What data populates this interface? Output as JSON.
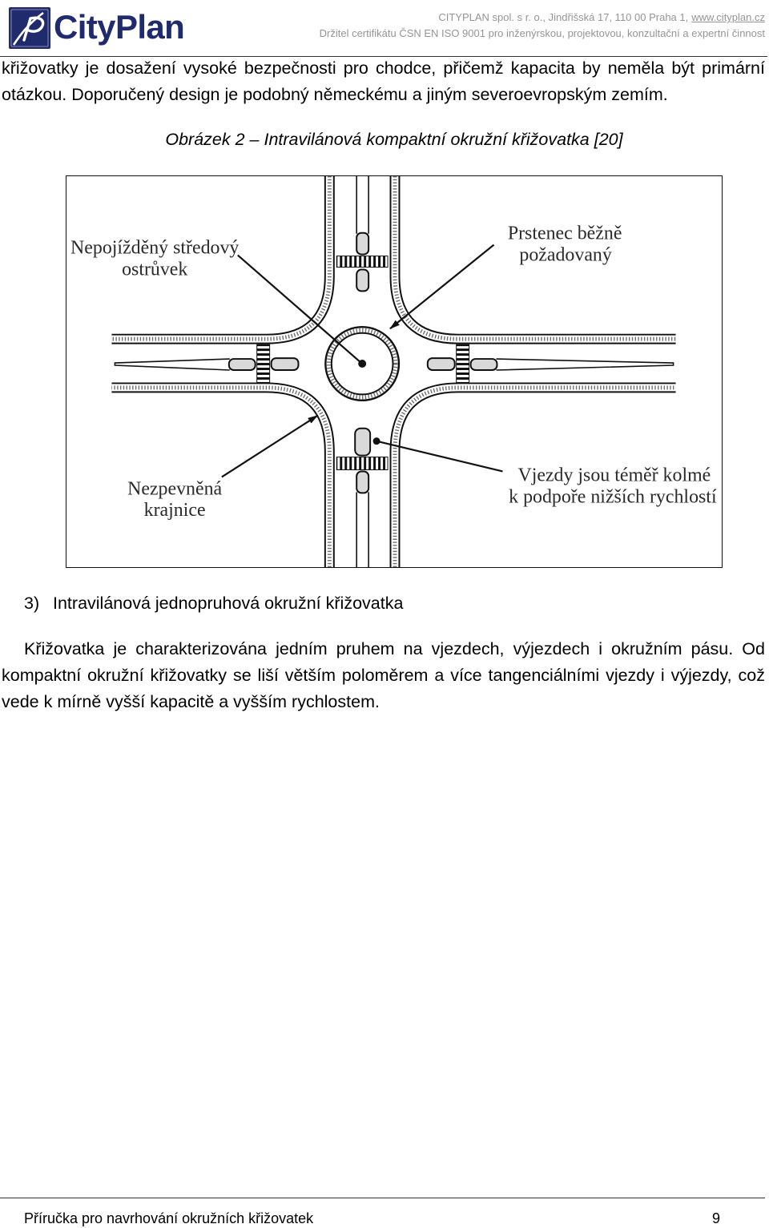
{
  "header": {
    "logo_text": "CityPlan",
    "company_line": "CITYPLAN spol. s r. o., Jindřišská 17, 110 00 Praha 1,",
    "website": "www.cityplan.cz",
    "certificate_line": "Držitel certifikátu ČSN EN ISO 9001 pro inženýrskou, projektovou, konzultační a expertní činnost",
    "colors": {
      "logo": "#1f2b6d",
      "header_text": "#959595"
    }
  },
  "body": {
    "intro_paragraph": "křižovatky je dosažení vysoké bezpečnosti pro chodce, přičemž kapacita by neměla být primární otázkou. Doporučený design je podobný německému a jiným severoevropským zemím.",
    "figure": {
      "caption": "Obrázek 2 – Intravilánová kompaktní okružní křižovatka [20]",
      "labels": {
        "central_island": [
          "Nepojížděný středový",
          "ostrůvek"
        ],
        "ring": [
          "Prstenec běžně",
          "požadovaný"
        ],
        "shoulder": [
          "Nezpevněná",
          "krajnice"
        ],
        "entries": [
          "Vjezdy jsou téměř kolmé",
          "k podpoře nižších rychlostí"
        ]
      }
    },
    "section": {
      "number": "3)",
      "title": "Intravilánová jednopruhová okružní křižovatka"
    },
    "section_paragraph": "Křižovatka je charakterizována jedním pruhem na vjezdech, výjezdech i okružním pásu. Od kompaktní okružní křižovatky se liší větším poloměrem a více tangenciálními vjezdy i výjezdy, což vede k mírně vyšší kapacitě a vyšším rychlostem."
  },
  "footer": {
    "title": "Příručka pro navrhování okružních křižovatek",
    "page_number": "9"
  }
}
